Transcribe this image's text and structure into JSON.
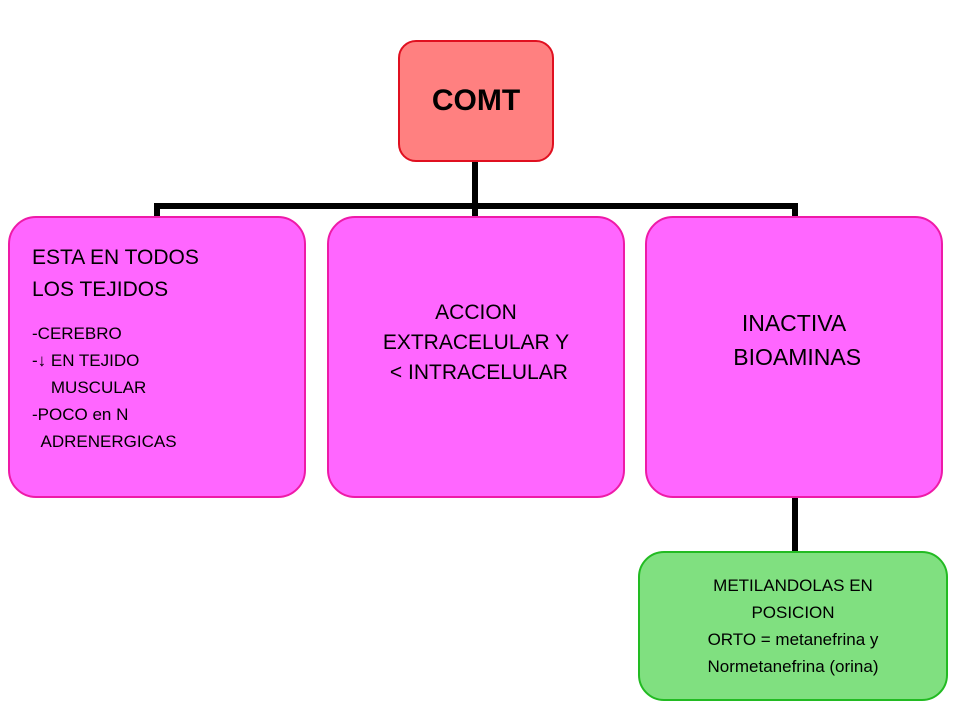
{
  "root": {
    "label": "COMT"
  },
  "children": [
    {
      "heading_lines": [
        "ESTA EN TODOS",
        "LOS TEJIDOS"
      ],
      "list_lines": [
        "-CEREBRO",
        "-↓ EN TEJIDO",
        "    MUSCULAR",
        "-POCO en N",
        "  ADRENERGICAS"
      ]
    },
    {
      "lines": [
        "ACCION",
        "EXTRACELULAR Y",
        " < INTRACELULAR"
      ]
    },
    {
      "lines": [
        "INACTIVA",
        " BIOAMINAS"
      ]
    }
  ],
  "subnode": {
    "lines": [
      "METILANDOLAS EN",
      "POSICION",
      "ORTO = metanefrina y",
      "Normetanefrina (orina)"
    ]
  },
  "colors": {
    "root_fill": "#ff8080",
    "root_border": "#e01020",
    "child_fill": "#ff66ff",
    "child_border": "#ee1aa8",
    "subnode_fill": "#80e080",
    "subnode_border": "#22bb22",
    "connector": "#000000"
  }
}
